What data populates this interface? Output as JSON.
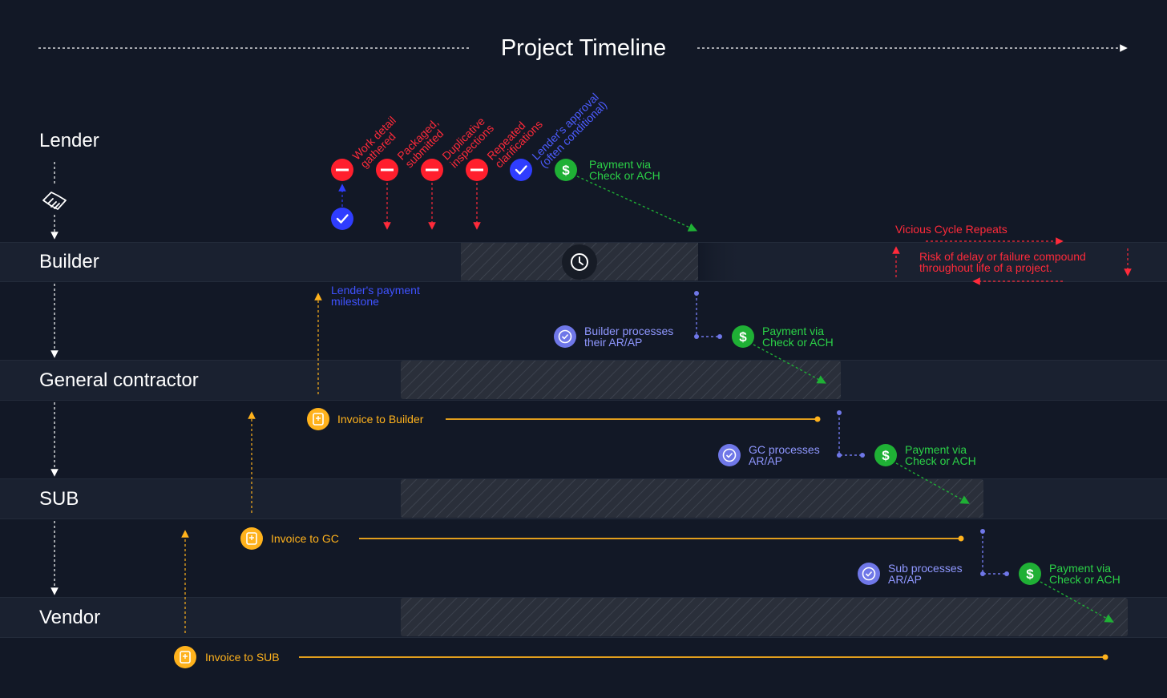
{
  "title": "Project Timeline",
  "roles": {
    "lender": "Lender",
    "builder": "Builder",
    "gc": "General contractor",
    "sub": "SUB",
    "vendor": "Vendor"
  },
  "lender_steps": {
    "s1": "Work detail\ngathered",
    "s2": "Packaged,\nsubmitted",
    "s3": "Duplicative\ninspections",
    "s4": "Repeated\nclarifications",
    "s5": "Lender's approval\n(often conditional)"
  },
  "payments": {
    "lender": "Payment via\nCheck or ACH",
    "builder": "Payment via\nCheck or ACH",
    "gc": "Payment via\nCheck or ACH",
    "sub": "Payment via\nCheck or ACH"
  },
  "process": {
    "builder": "Builder processes\ntheir AR/AP",
    "gc": "GC processes\nAR/AP",
    "sub": "Sub processes\nAR/AP"
  },
  "milestone": "Lender's payment\nmilestone",
  "invoices": {
    "builder": "Invoice to Builder",
    "gc": "Invoice to GC",
    "sub": "Invoice to SUB"
  },
  "cycle": {
    "title": "Vicious Cycle Repeats",
    "text": "Risk of delay or failure compound\nthroughout life of a project."
  },
  "colors": {
    "background": "#121826",
    "band": "#1a2130",
    "red": "#ff2a3a",
    "blue": "#2f3dff",
    "green": "#1fb035",
    "purple": "#6f77e8",
    "orange": "#ffb21c"
  },
  "icons": [
    "handshake-icon",
    "clock-icon",
    "dollar-icon",
    "check-icon",
    "minus-icon",
    "invoice-icon",
    "process-check-icon"
  ]
}
